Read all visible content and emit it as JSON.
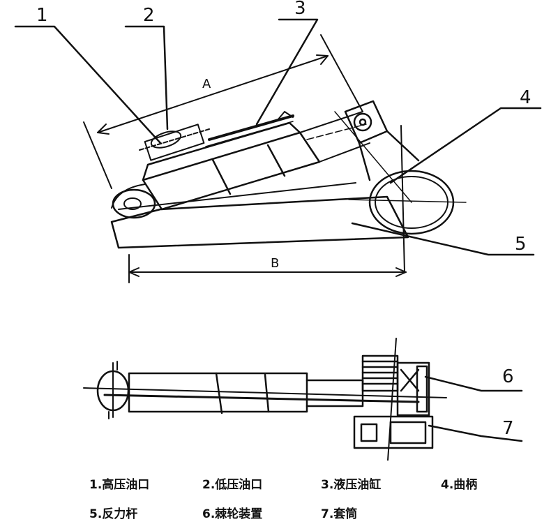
{
  "callouts": [
    "1",
    "2",
    "3",
    "4",
    "5",
    "6",
    "7"
  ],
  "dimensions": {
    "a": "A",
    "b": "B"
  },
  "legend": [
    "1.高压油口",
    "2.低压油口",
    "3.液压油缸",
    "4.曲柄",
    "5.反力杆",
    "6.棘轮装置",
    "7.套筒"
  ]
}
